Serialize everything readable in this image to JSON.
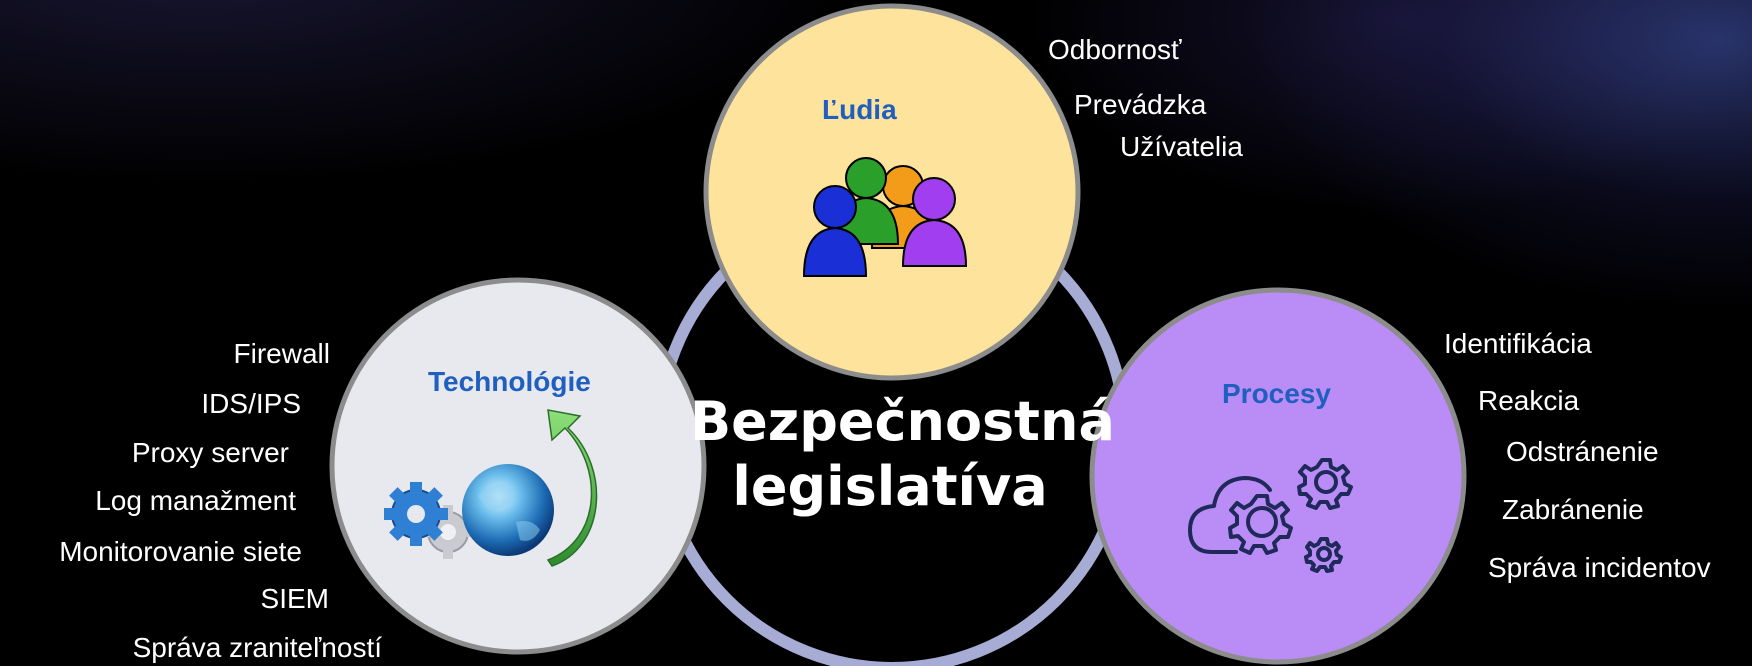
{
  "center": {
    "line1": "Bezpečnostná",
    "line2": "legislatíva"
  },
  "circles": {
    "people": {
      "title": "Ľudia",
      "fill": "#fde39b",
      "title_color": "#1f5fbf",
      "icon": "people-group-icon"
    },
    "technology": {
      "title": "Technológie",
      "fill": "#e8e9ee",
      "title_color": "#1f5fbf",
      "icon": "globe-gears-arrow-icon"
    },
    "processes": {
      "title": "Procesy",
      "fill": "#b98df5",
      "title_color": "#1f5fbf",
      "icon": "cloud-gears-icon"
    }
  },
  "labels": {
    "people": [
      "Odbornosť",
      "Prevádzka",
      "Užívatelia"
    ],
    "technology": [
      "Firewall",
      "IDS/IPS",
      "Proxy server",
      "Log manažment",
      "Monitorovanie siete",
      "SIEM",
      "Správa zraniteľností"
    ],
    "processes": [
      "Identifikácia",
      "Reakcia",
      "Odstránenie",
      "Zabránenie",
      "Správa incidentov"
    ]
  },
  "colors": {
    "ring": "#a7acd4",
    "circle_border": "#8c8c8c",
    "text": "#ffffff"
  }
}
